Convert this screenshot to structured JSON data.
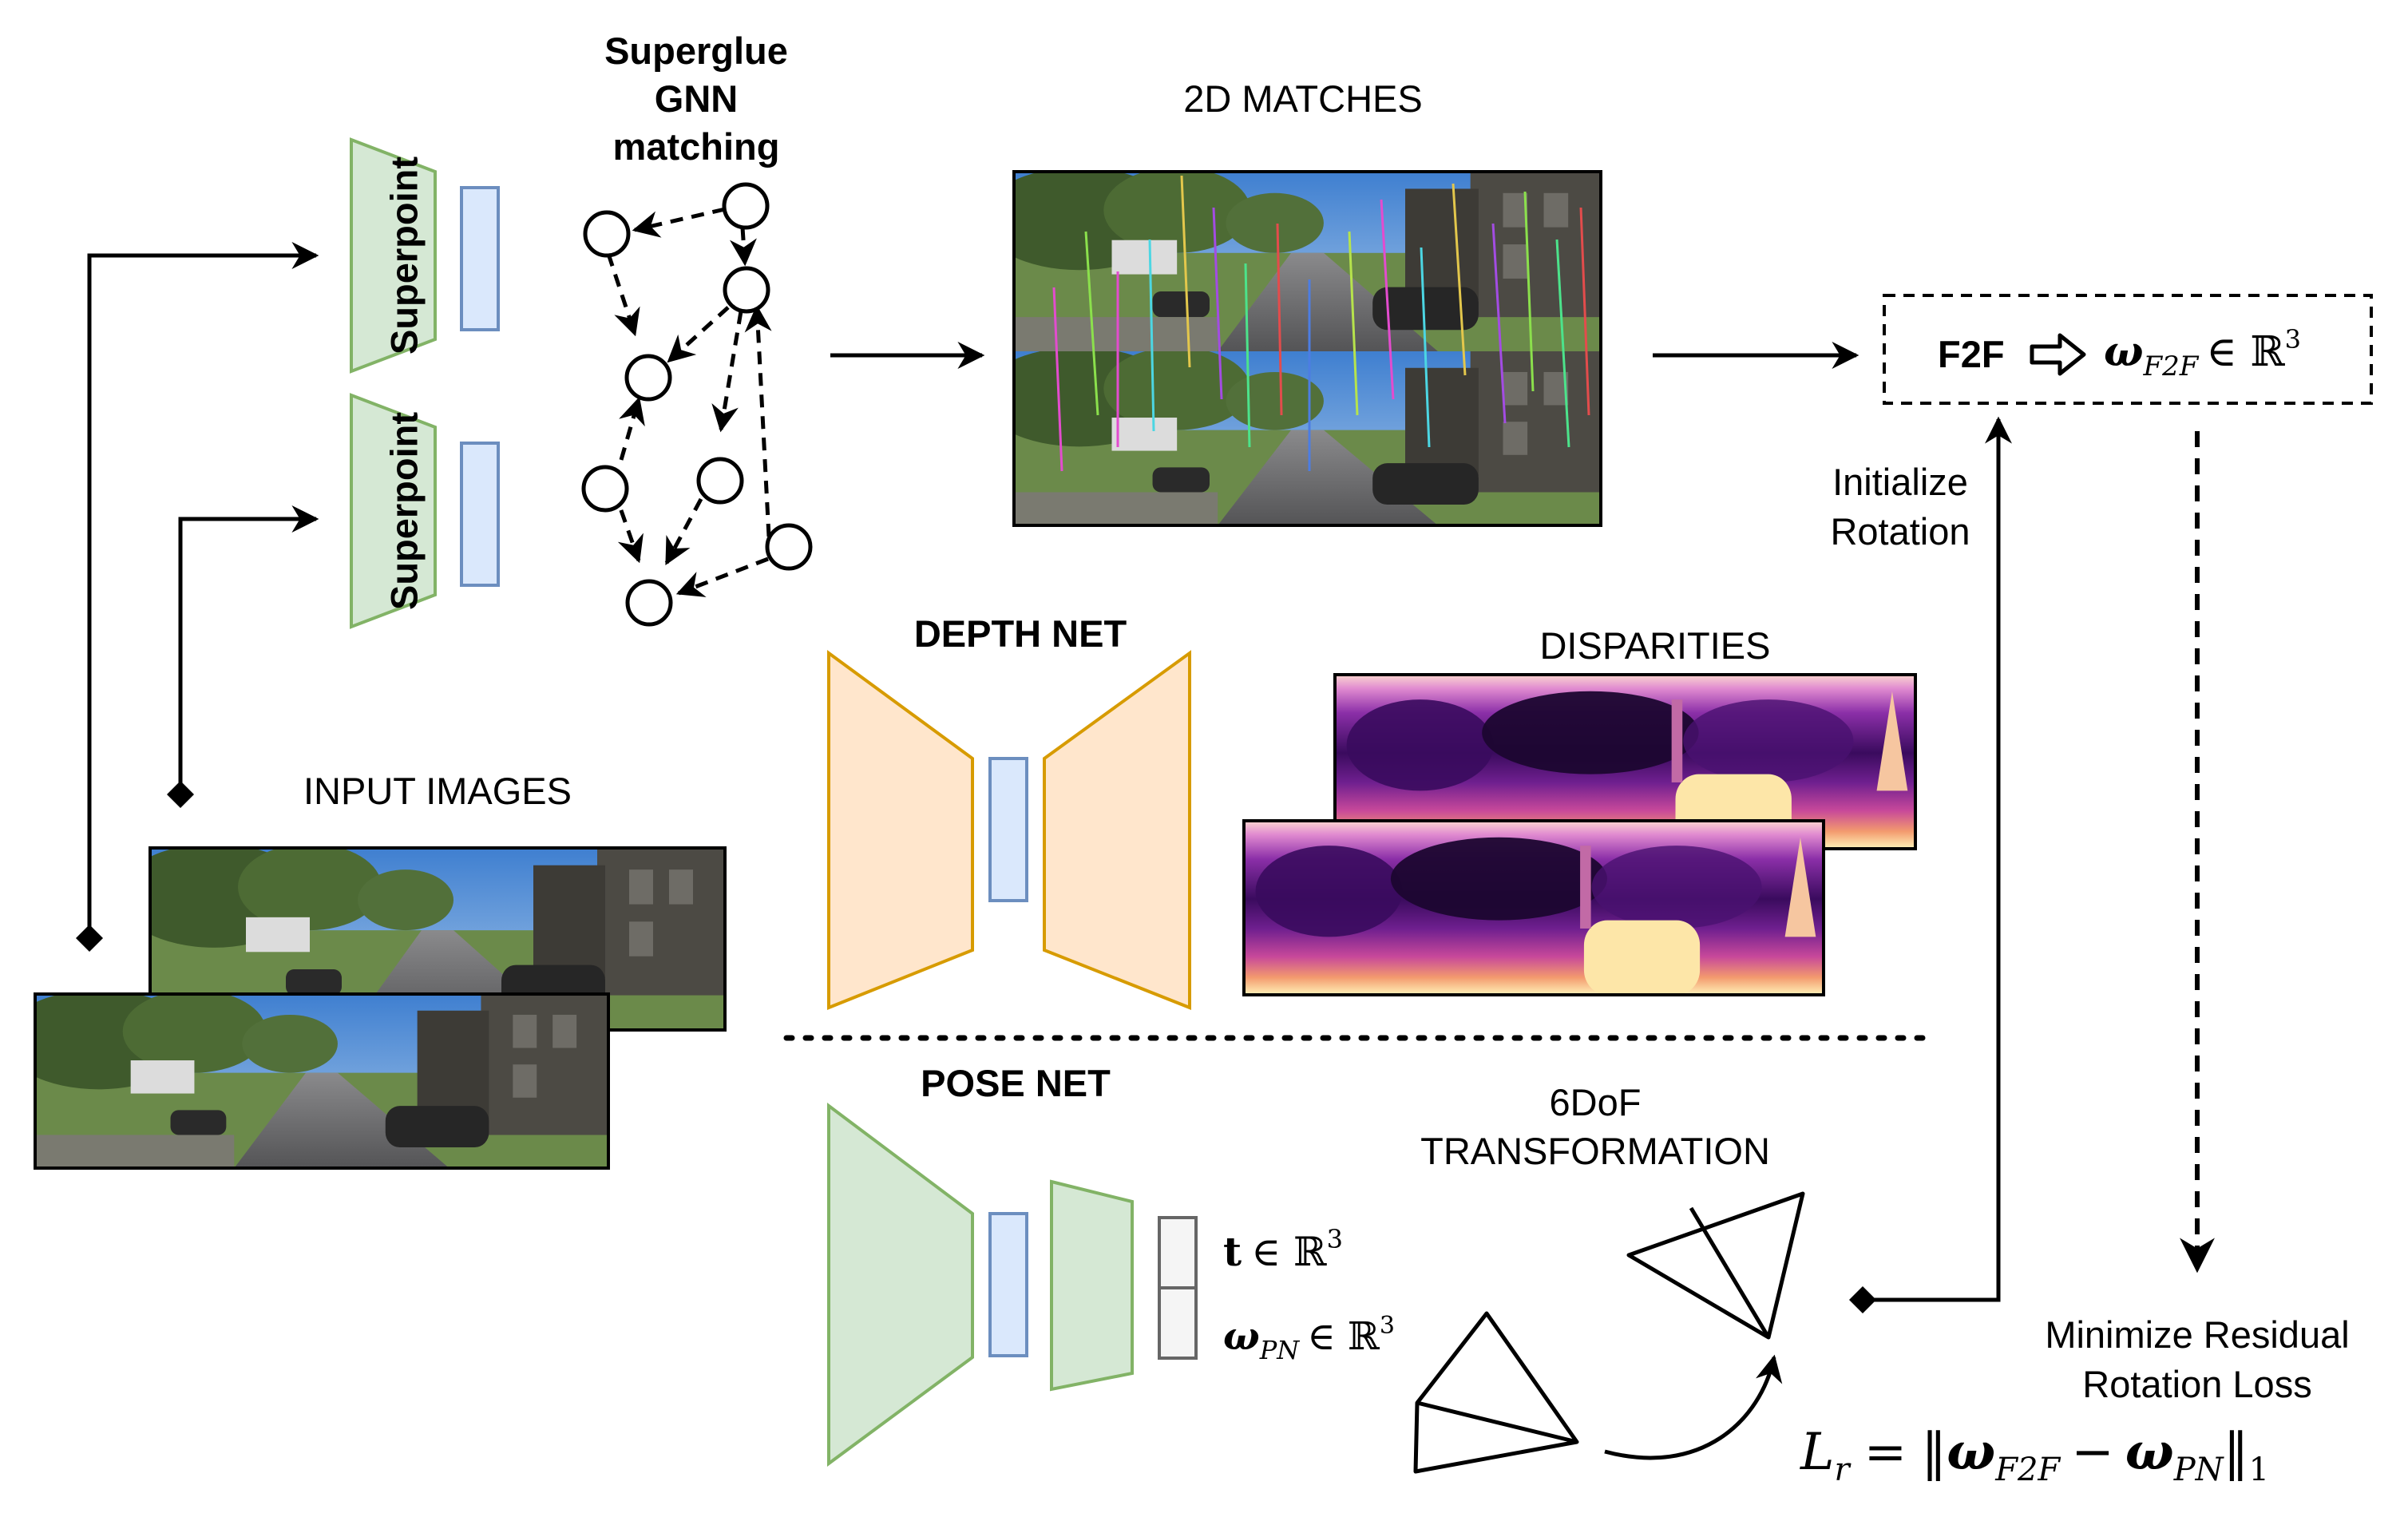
{
  "labels": {
    "superpoint": "Superpoint",
    "superglue_line1": "Superglue",
    "superglue_line2": "GNN",
    "superglue_line3": "matching",
    "matches_2d": "2D MATCHES",
    "input_images": "INPUT IMAGES",
    "depth_net": "DEPTH NET",
    "disparities": "DISPARITIES",
    "pose_net": "POSE NET",
    "dof_line1": "6DoF",
    "dof_line2": "TRANSFORMATION",
    "initialize_line1": "Initialize",
    "initialize_line2": "Rotation",
    "minimize_line1": "Minimize Residual",
    "minimize_line2": "Rotation Loss",
    "f2f": "F2F"
  },
  "math": {
    "omega": "ω",
    "sub_f2f": "F2F",
    "sub_pn": "PN",
    "t": "t",
    "in_r3": "∈ ℝ",
    "exp3": "3",
    "loss_lhs": "L",
    "loss_sub": "r",
    "equals": "=",
    "norm": "‖",
    "minus": "−",
    "loss_norm_sub": "1"
  },
  "colors": {
    "green_fill": "#d5e8d4",
    "green_stroke": "#82b366",
    "blue_fill": "#dae8fc",
    "blue_stroke": "#6c8ebf",
    "orange_fill": "#ffe6cc",
    "orange_stroke": "#d79b00",
    "sky": "#5b9bd5",
    "asphalt": "#5f5e60"
  }
}
